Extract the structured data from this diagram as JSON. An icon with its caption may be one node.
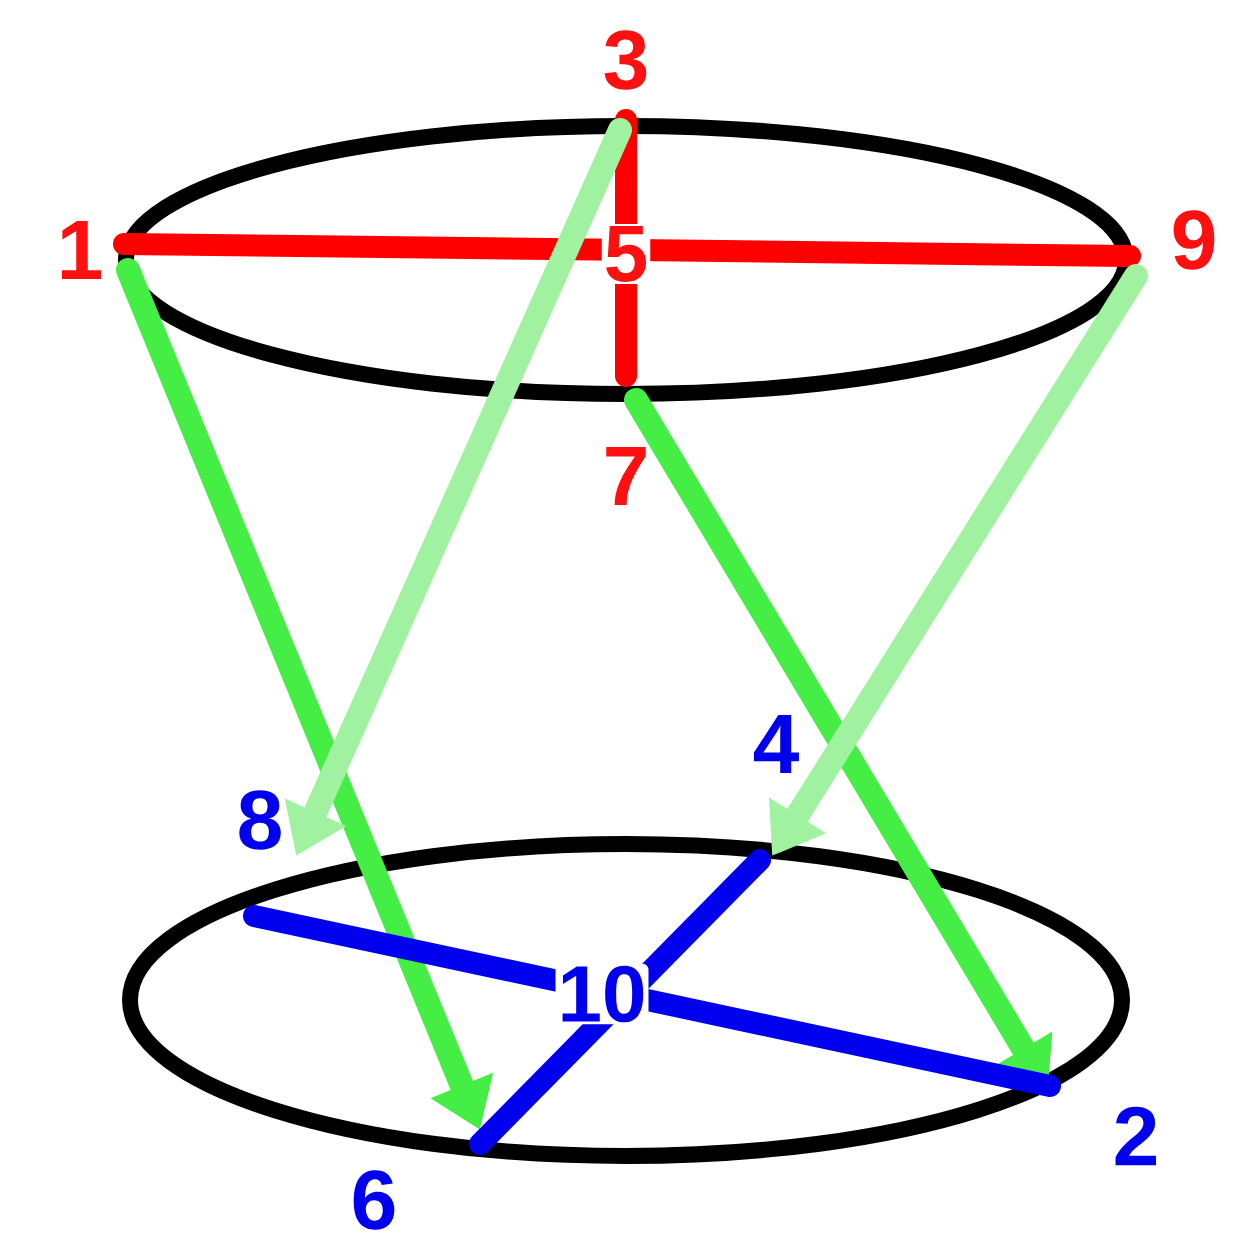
{
  "diagram": {
    "nodes": [
      {
        "text": [
          "3"
        ]
      },
      {
        "text": [
          "1"
        ]
      },
      {
        "text": [
          "9"
        ]
      },
      {
        "text": [
          "7"
        ]
      },
      {
        "text": [
          "4"
        ]
      },
      {
        "text": [
          "8"
        ]
      },
      {
        "text": [
          "2"
        ]
      },
      {
        "text": [
          "6"
        ]
      }
    ],
    "edges": [
      {
        "from": 1,
        "to": 2,
        "arrow": "none",
        "color": "#ff0000"
      },
      {
        "from": 0,
        "to": 3,
        "arrow": "none",
        "color": "#ff0000"
      },
      {
        "from": 1,
        "to": 7,
        "arrow": "to",
        "color": "#44ee44"
      },
      {
        "from": 3,
        "to": 6,
        "arrow": "to",
        "color": "#44ee44"
      },
      {
        "from": 2,
        "to": 4,
        "arrow": "to",
        "color": "#a0f2a0"
      },
      {
        "from": 0,
        "to": 5,
        "arrow": "to",
        "color": "#a0f2a0"
      },
      {
        "from": 5,
        "to": 6,
        "arrow": "none",
        "color": "#0000ee"
      },
      {
        "from": 4,
        "to": 7,
        "arrow": "none",
        "color": "#0000ee"
      }
    ],
    "labels": [
      "5",
      "10"
    ]
  }
}
